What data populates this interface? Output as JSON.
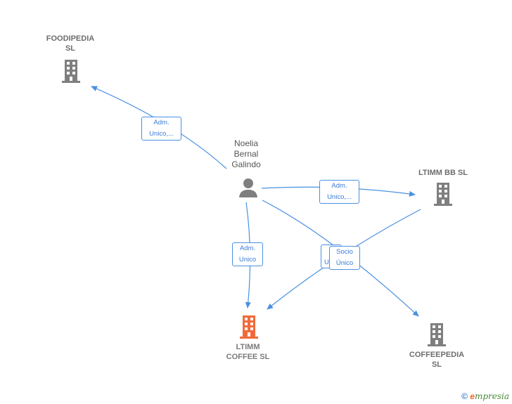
{
  "nodes": {
    "foodipedia": "FOODIPEDIA\nSL",
    "ltimm_bb": "LTIMM BB  SL",
    "ltimm_coffee": "LTIMM\nCOFFEE  SL",
    "coffeepedia": "COFFEEPEDIA\nSL",
    "person": "Noelia\nBernal\nGalindo"
  },
  "edges": {
    "to_foodipedia": "Adm.\nUnico,...",
    "to_ltimm_bb": "Adm.\nUnico,...",
    "to_ltimm_coffee": "Adm.\nUnico",
    "socio_unico": "Socio\nÚnico",
    "hidden_box": "U"
  },
  "colors": {
    "edge": "#4a90e2",
    "company": "#7f7f7f",
    "main_company": "#f26a3a"
  },
  "footer": {
    "copyright": "©",
    "brand_e": "e",
    "brand_rest": "mpresia"
  }
}
